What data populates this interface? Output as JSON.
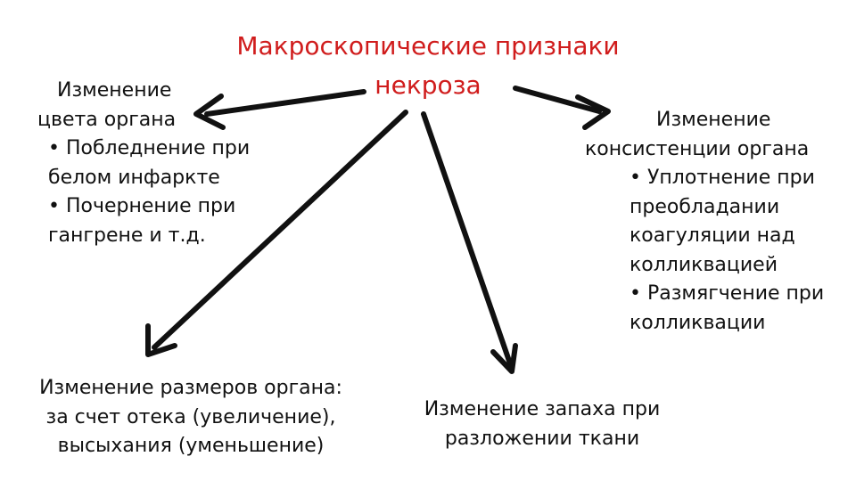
{
  "title": {
    "line1": "Макроскопические признаки",
    "line2": "некроза"
  },
  "colors": {
    "title": "#d01c1c",
    "arrow": "#111111"
  },
  "color_change": {
    "lines": [
      "Изменение",
      "цвета органа",
      "• Побледнение при",
      "белом инфаркте",
      "• Почернение при",
      "гангрене и т.д."
    ]
  },
  "consistency_change": {
    "lines": [
      "Изменение",
      "консистенции органа",
      "• Уплотнение при",
      "преобладании",
      "коагуляции над",
      "колликвацией",
      "• Размягчение при",
      "колликвации"
    ]
  },
  "size_change": {
    "lines": [
      "Изменение размеров органа:",
      "за счет отека (увеличение),",
      "высыхания (уменьшение)"
    ]
  },
  "smell_change": {
    "lines": [
      "Изменение запаха при",
      "разложении ткани"
    ]
  }
}
